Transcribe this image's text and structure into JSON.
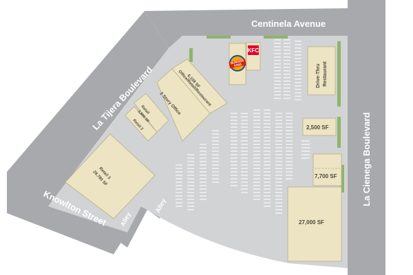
{
  "streets": {
    "centinela": "Centinela Avenue",
    "la_tijera": "La Tijera Boulevard",
    "la_cienega": "La Cienega Boulevard",
    "knowlton": "Knowlton Street",
    "alley_left": "Alley",
    "alley_right": "Alley"
  },
  "buildings": {
    "office_retail": "Office/Retail/Restaurant",
    "office_retail_sf": "6,158 SF",
    "two_story": "2 Story Office",
    "retail_small": "Retail",
    "retail_small_sf": "3,800 SF",
    "retail_2": "Retail 2",
    "retail_3": "Retail 3",
    "retail_3_sf": "29,780 SF",
    "drive_thru_line1": "Drive-Thru",
    "drive_thru_line2": "Restaurant",
    "sf_2500": "2,500 SF",
    "sf_7700": "7,700 SF",
    "sf_27000": "27,000 SF"
  },
  "logos": {
    "burger_king_top": "BURGER",
    "burger_king_bottom": "KING",
    "kfc": "KFC"
  },
  "colors": {
    "road": "#a7a9ac",
    "lot": "#d1d3d4",
    "building": "#ede4c3",
    "landscape": "#8db56b",
    "bk_red": "#d62300",
    "bk_blue": "#1d4f9c",
    "bk_bun": "#f5a300",
    "kfc_red": "#e4002b"
  }
}
